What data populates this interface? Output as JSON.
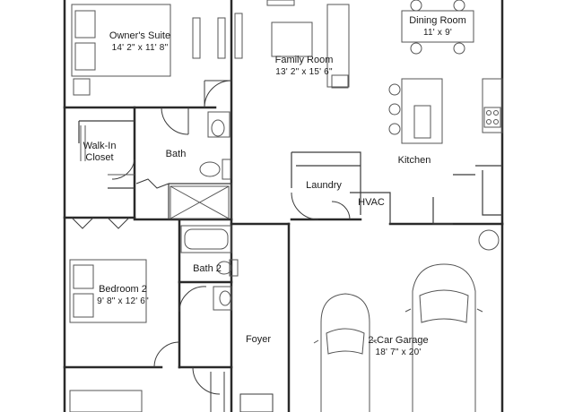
{
  "rooms": [
    {
      "key": "owners_suite",
      "name": "Owner's Suite",
      "dims": "14' 2\" x 11' 8\""
    },
    {
      "key": "family_room",
      "name": "Family Room",
      "dims": "13' 2\" x 15' 6\""
    },
    {
      "key": "dining_room",
      "name": "Dining Room",
      "dims": "11' x 9'"
    },
    {
      "key": "walk_in_closet",
      "name": "Walk-In Closet",
      "dims": ""
    },
    {
      "key": "bath",
      "name": "Bath",
      "dims": ""
    },
    {
      "key": "kitchen",
      "name": "Kitchen",
      "dims": ""
    },
    {
      "key": "laundry",
      "name": "Laundry",
      "dims": ""
    },
    {
      "key": "hvac",
      "name": "HVAC",
      "dims": ""
    },
    {
      "key": "bedroom_2",
      "name": "Bedroom 2",
      "dims": "9' 8\" x 12' 6\""
    },
    {
      "key": "bath_2",
      "name": "Bath 2",
      "dims": ""
    },
    {
      "key": "foyer",
      "name": "Foyer",
      "dims": ""
    },
    {
      "key": "garage",
      "name": "2-Car Garage",
      "dims": "18' 7\" x 20'"
    }
  ],
  "colors": {
    "wall": "#2a2a2a",
    "fixture": "#555555",
    "background": "#ffffff"
  }
}
